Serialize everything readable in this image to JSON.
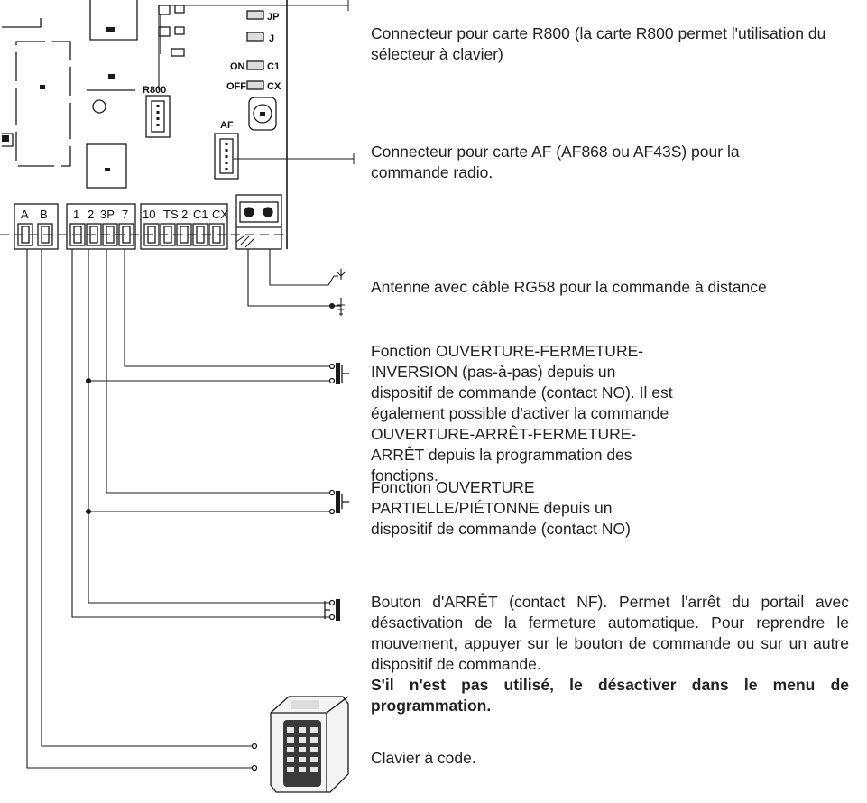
{
  "board_labels": {
    "jp": "JP",
    "ji": "J",
    "on": "ON",
    "off": "OFF",
    "c1": "C1",
    "cx": "CX",
    "r800": "R800",
    "af": "AF"
  },
  "terminal_labels": {
    "a": "A",
    "b": "B",
    "t1": "1",
    "t2": "2",
    "t3p": "3P",
    "t7": "7",
    "t10": "10",
    "tts": "TS",
    "t2b": "2",
    "tc1": "C1",
    "tcx": "CX"
  },
  "descriptions": {
    "r800": "Connecteur pour carte R800 (la carte R800 permet l'utilisation du sélecteur à clavier)",
    "af": "Connecteur pour carte AF (AF868 ou AF43S) pour la commande radio.",
    "antenna": "Antenne avec câble RG58 pour la commande à distance",
    "step": "Fonction OUVERTURE-FERMETURE-INVERSION (pas-à-pas) depuis un dispositif de commande (contact NO). Il est également possible d'activer la commande OUVERTURE-ARRÊT-FERMETURE-ARRÊT depuis la programmation des fonctions.",
    "partial": "Fonction OUVERTURE PARTIELLE/PIÉTONNE depuis un dispositif de commande (contact NO)",
    "stop": "Bouton d'ARRÊT (contact NF). Permet l'arrêt du portail avec désactivation de la fermeture automatique. Pour reprendre le mouvement, appuyer sur le bouton de commande ou sur un autre dispositif de commande.",
    "stop_warning": "S'il n'est pas utilisé, le désactiver dans le menu de programmation.",
    "keypad": "Clavier à code."
  }
}
